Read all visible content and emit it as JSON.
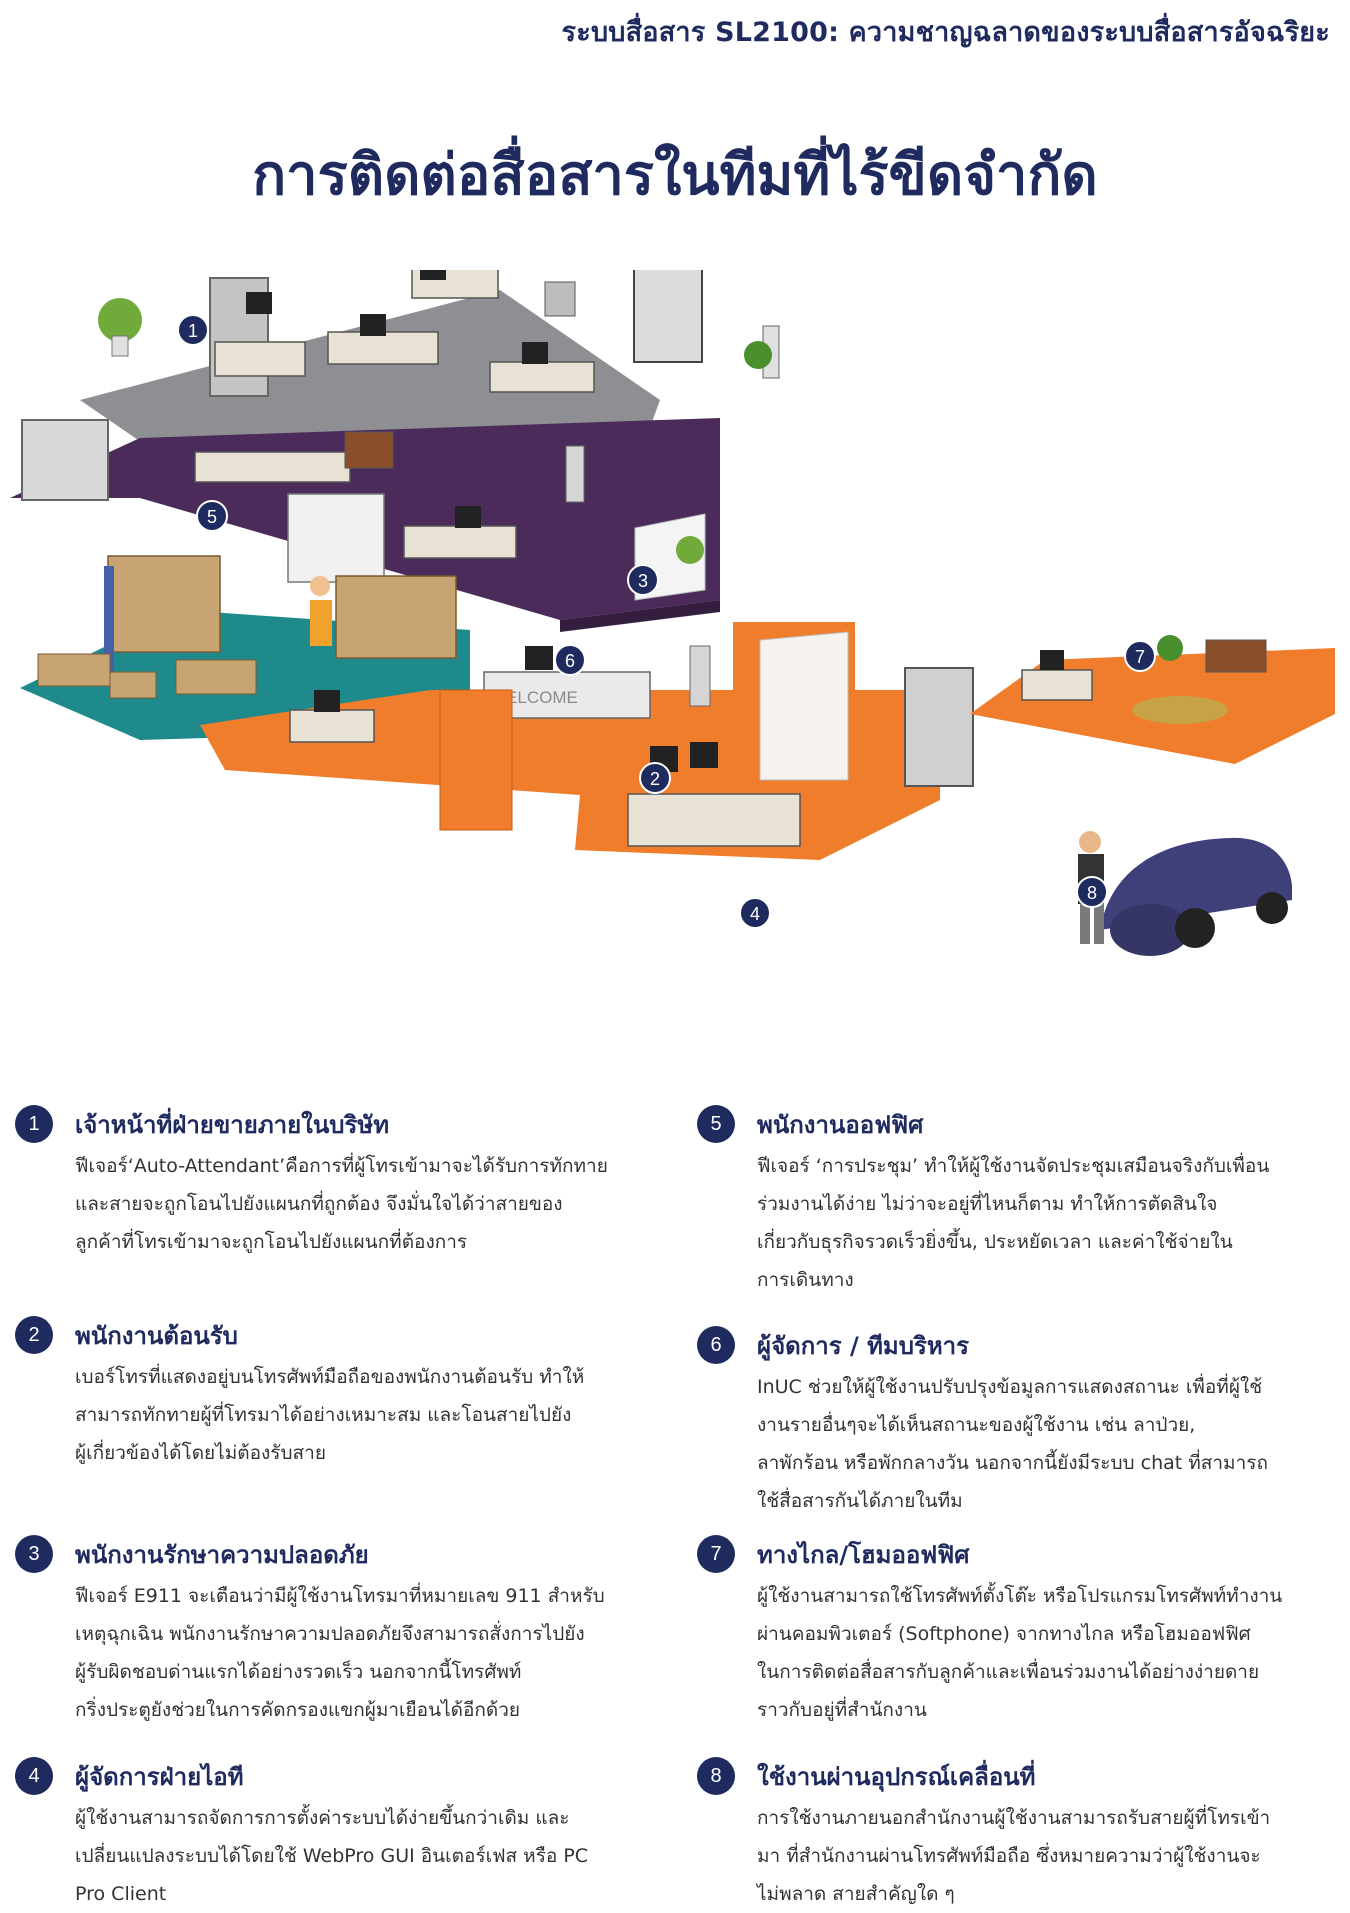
{
  "header": {
    "text": "ระบบสื่อสาร SL2100: ความชาญฉลาดของระบบสื่อสารอัจฉริยะ"
  },
  "title": "การติดต่อสื่อสารในทีมที่ไร้ขีดจำกัด",
  "scene": {
    "welcome_sign": "WELCOME",
    "markers": [
      "1",
      "2",
      "3",
      "4",
      "5",
      "6",
      "7",
      "8"
    ],
    "colors": {
      "navy": "#1f2a5e",
      "gray_floor": "#8e8e93",
      "purple_floor": "#4a2b59",
      "teal_floor": "#1f8a8c",
      "orange_floor": "#f07d2c"
    }
  },
  "items": [
    {
      "num": "1",
      "title": "เจ้าหน้าที่ฝ่ายขายภายในบริษัท",
      "lines": [
        "ฟีเจอร์‘Auto-Attendant’คือการที่ผู้โทรเข้ามาจะได้รับการทักทาย",
        "และสายจะถูกโอนไปยังแผนกที่ถูกต้อง จึงมั่นใจได้ว่าสายของ",
        "ลูกค้าที่โทรเข้ามาจะถูกโอนไปยังแผนกที่ต้องการ"
      ]
    },
    {
      "num": "2",
      "title": "พนักงานต้อนรับ",
      "lines": [
        "เบอร์โทรที่แสดงอยู่บนโทรศัพท์มือถือของพนักงานต้อนรับ ทำให้",
        "สามารถทักทายผู้ที่โทรมาได้อย่างเหมาะสม และโอนสายไปยัง",
        "ผู้เกี่ยวข้องได้โดยไม่ต้องรับสาย"
      ]
    },
    {
      "num": "3",
      "title": "พนักงานรักษาความปลอดภัย",
      "lines": [
        "ฟีเจอร์ E911 จะเตือนว่ามีผู้ใช้งานโทรมาที่หมายเลข 911 สำหรับ",
        "เหตุฉุกเฉิน พนักงานรักษาความปลอดภัยจึงสามารถสั่งการไปยัง",
        "ผู้รับผิดชอบด่านแรกได้อย่างรวดเร็ว นอกจากนี้โทรศัพท์",
        "กริ่งประตูยังช่วยในการคัดกรองแขกผู้มาเยือนได้อีกด้วย"
      ]
    },
    {
      "num": "4",
      "title": "ผู้จัดการฝ่ายไอที",
      "lines": [
        "ผู้ใช้งานสามารถจัดการการตั้งค่าระบบได้ง่ายขึ้นกว่าเดิม และ",
        "เปลี่ยนแปลงระบบได้โดยใช้ WebPro GUI อินเตอร์เฟส หรือ PC",
        "Pro Client"
      ]
    },
    {
      "num": "5",
      "title": "พนักงานออฟฟิศ",
      "lines": [
        "ฟีเจอร์ ‘การประชุม’ ทำให้ผู้ใช้งานจัดประชุมเสมือนจริงกับเพื่อน",
        "ร่วมงานได้ง่าย ไม่ว่าจะอยู่ที่ไหนก็ตาม ทำให้การตัดสินใจ",
        "เกี่ยวกับธุรกิจรวดเร็วยิ่งขึ้น, ประหยัดเวลา และค่าใช้จ่ายใน",
        "การเดินทาง"
      ]
    },
    {
      "num": "6",
      "title": "ผู้จัดการ / ทีมบริหาร",
      "lines": [
        "InUC ช่วยให้ผู้ใช้งานปรับปรุงข้อมูลการแสดงสถานะ เพื่อที่ผู้ใช้",
        "งานรายอื่นๆจะได้เห็นสถานะของผู้ใช้งาน เช่น ลาป่วย,",
        "ลาพักร้อน หรือพักกลางวัน นอกจากนี้ยังมีระบบ chat ที่สามารถ",
        "ใช้สื่อสารกันได้ภายในทีม"
      ]
    },
    {
      "num": "7",
      "title": "ทางไกล/โฮมออฟฟิศ",
      "lines": [
        "ผู้ใช้งานสามารถใช้โทรศัพท์ตั้งโต๊ะ หรือโปรแกรมโทรศัพท์ทำงาน",
        "ผ่านคอมพิวเตอร์ (Softphone) จากทางไกล หรือโฮมออฟฟิศ",
        "ในการติดต่อสื่อสารกับลูกค้าและเพื่อนร่วมงานได้อย่างง่ายดาย",
        "ราวกับอยู่ที่สำนักงาน"
      ]
    },
    {
      "num": "8",
      "title": "ใช้งานผ่านอุปกรณ์เคลื่อนที่",
      "lines": [
        "การใช้งานภายนอกสำนักงานผู้ใช้งานสามารถรับสายผู้ที่โทรเข้า",
        "มา ที่สำนักงานผ่านโทรศัพท์มือถือ ซึ่งหมายความว่าผู้ใช้งานจะ",
        "ไม่พลาด สายสำคัญใด ๆ"
      ]
    }
  ]
}
